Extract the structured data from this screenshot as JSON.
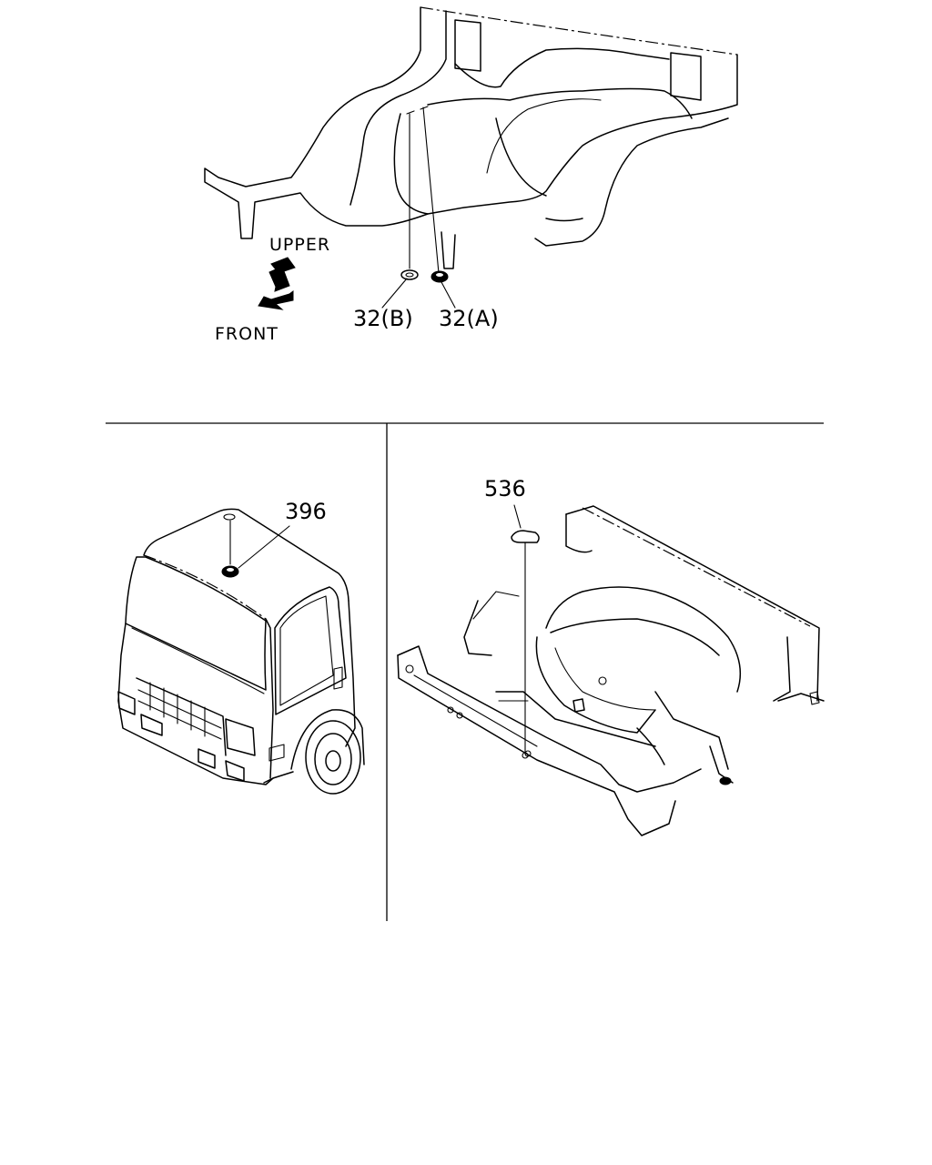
{
  "direction_labels": {
    "upper": "UPPER",
    "front": "FRONT"
  },
  "callouts": {
    "part_32b": "32(B)",
    "part_32a": "32(A)",
    "part_396": "396",
    "part_536": "536"
  }
}
